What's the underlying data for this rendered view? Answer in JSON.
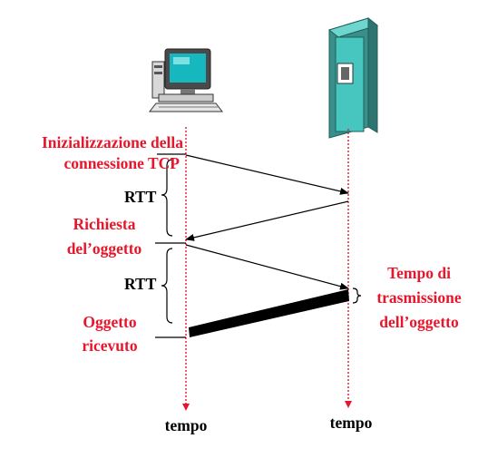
{
  "colors": {
    "label_red": "#e8162b",
    "timeline": "#e8162b",
    "server_body": "#42c8c0",
    "server_edge": "#1d7f7a",
    "arrow": "#000000"
  },
  "icons": {
    "client": "desktop-computer-icon",
    "server": "server-tower-icon"
  },
  "labels": {
    "tcp_init_line1": "Inizializzazione della",
    "tcp_init_line2": "connessione TCP",
    "rtt_first": "RTT",
    "request_line1": "Richiesta",
    "request_line2": "del’oggetto",
    "rtt_second": "RTT",
    "object_line1": "Oggetto",
    "object_line2": "ricevuto",
    "transmission_line1": "Tempo di",
    "transmission_line2": "trasmissione",
    "transmission_line3": "dell’oggetto",
    "client_time_axis": "tempo",
    "server_time_axis": "tempo"
  }
}
